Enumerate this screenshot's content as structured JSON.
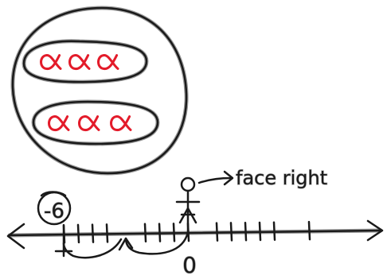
{
  "sets": {
    "group_top": {
      "symbol": "α",
      "count": 3
    },
    "group_bottom": {
      "symbol": "α",
      "count": 3
    }
  },
  "number_line": {
    "origin_label": "0",
    "position_label": "-6"
  },
  "stick_figure": {
    "direction_label": "face right"
  },
  "colors": {
    "ink": "#1a1a1a",
    "ink_shadow": "#9a9a9a",
    "alpha_red": "#e31b2a"
  }
}
